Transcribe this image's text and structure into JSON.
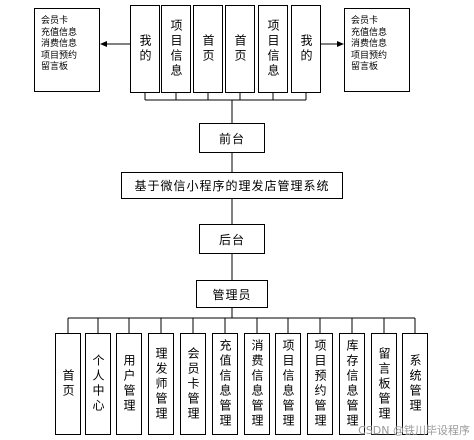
{
  "top_left_notes": [
    "会员卡",
    "充值信息",
    "消费信息",
    "项目预约",
    "留言板"
  ],
  "top_right_notes": [
    "会员卡",
    "充值信息",
    "消费信息",
    "项目预约",
    "留言板"
  ],
  "user_modules_left": [
    "我的",
    "项目信息",
    "首页"
  ],
  "user_modules_right": [
    "首页",
    "项目信息",
    "我的"
  ],
  "front": "前台",
  "system": "基于微信小程序的理发店管理系统",
  "back": "后台",
  "admin": "管理员",
  "admin_modules": [
    "首页",
    "个人中心",
    "用户管理",
    "理发师管理",
    "会员卡管理",
    "充值信息管理",
    "消费信息管理",
    "项目信息管理",
    "项目预约管理",
    "库存信息管理",
    "留言板管理",
    "系统管理"
  ],
  "watermark": "CSDN @铁川毕设程序"
}
